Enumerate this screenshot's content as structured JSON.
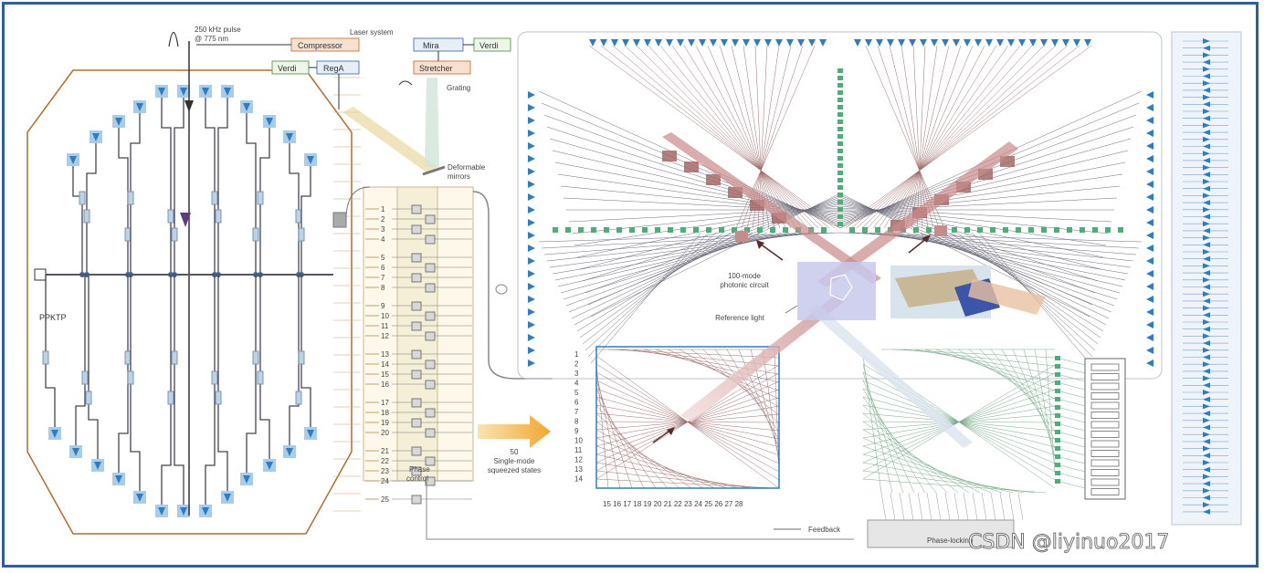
{
  "laser": {
    "pulse_label_1": "250 kHz pulse",
    "pulse_label_2": "@ 775 nm",
    "system_label": "Laser system",
    "compressor": "Compressor",
    "verdi_left": "Verdi",
    "rega": "RegA",
    "mira": "Mira",
    "verdi_right": "Verdi",
    "stretcher": "Stretcher",
    "grating": "Grating",
    "deformable_1": "Deformable",
    "deformable_2": "mirrors"
  },
  "source": {
    "ppktp": "PPKTP"
  },
  "phase_panel": {
    "mode_numbers": [
      "1",
      "2",
      "3",
      "4",
      "5",
      "6",
      "7",
      "8",
      "9",
      "10",
      "11",
      "12",
      "13",
      "14",
      "15",
      "16",
      "17",
      "18",
      "19",
      "20",
      "21",
      "22",
      "23",
      "24",
      "25"
    ],
    "control_1": "Phase",
    "control_2": "control"
  },
  "arrow_label": {
    "line1": "50",
    "line2": "Single-mode",
    "line3": "squeezed states"
  },
  "circuit": {
    "label_1": "100-mode",
    "label_2": "photonic circuit",
    "reference": "Reference light"
  },
  "bottom": {
    "feedback": "Feedback",
    "phase_lock": "Phase-locking",
    "axis_numbers": "15 16 17 18 19 20 21 22 23 24 25 26 27 28",
    "left_numbers": [
      "1",
      "2",
      "3",
      "4",
      "5",
      "6",
      "7",
      "8",
      "9",
      "10",
      "11",
      "12",
      "13",
      "14"
    ]
  },
  "watermark": "CSDN @liyinuo2017",
  "colors": {
    "frame": "#2a5fa6",
    "detector": "#2e7dc4",
    "red_beam": "#c98a8a",
    "green_node": "#4caf7a",
    "orange_loop": "#b86a2c",
    "arrow": "#f0b040"
  }
}
